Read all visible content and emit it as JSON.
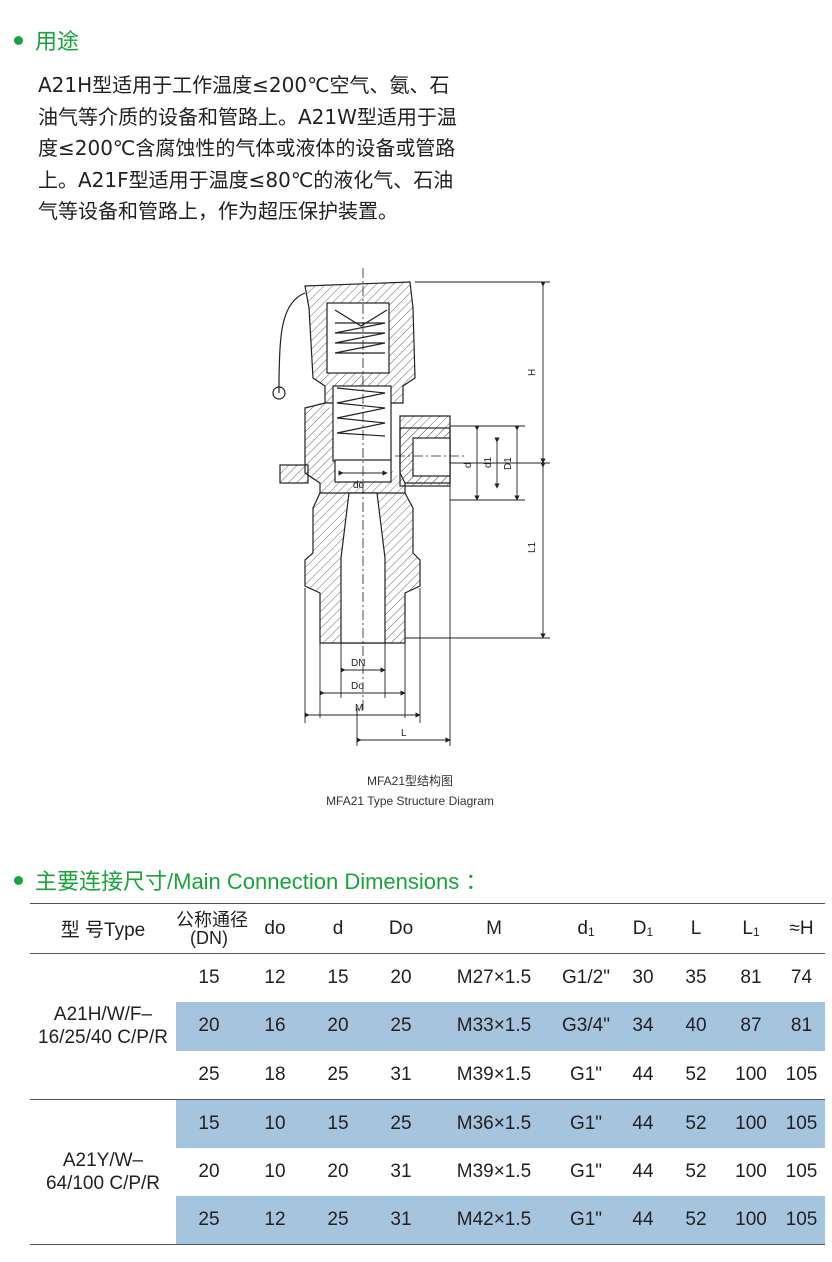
{
  "sections": {
    "usage_title": "用途",
    "usage_lines": [
      "A21H型适用于工作温度≤200℃空气、氨、石",
      "油气等介质的设备和管路上。A21W型适用于温",
      "度≤200℃含腐蚀性的气体或液体的设备或管路",
      "上。A21F型适用于温度≤80℃的液化气、石油",
      "气等设备和管路上，作为超压保护装置。"
    ],
    "dims_title": "主要连接尺寸/Main Connection Dimensions ："
  },
  "diagram": {
    "labels": {
      "H": "H",
      "d": "d",
      "d1": "d1",
      "D1": "D1",
      "L1": "L1",
      "do": "do",
      "DN": "DN",
      "Do": "Do",
      "M": "M",
      "L": "L"
    },
    "caption_cn": "MFA21型结构图",
    "caption_en": "MFA21 Type Structure Diagram"
  },
  "table": {
    "headers": {
      "type": "型  号Type",
      "dn_cn": "公称通径",
      "dn_en": "(DN)",
      "do": "do",
      "d": "d",
      "Do": "Do",
      "M": "M",
      "d1": "d",
      "d1_sub": "1",
      "D1": "D",
      "D1_sub": "1",
      "L": "L",
      "L1": "L",
      "L1_sub": "1",
      "H": "≈H"
    },
    "groups": [
      {
        "type_line1": "A21H/W/F–",
        "type_line2": "16/25/40 C/P/R",
        "rows": [
          [
            "15",
            "12",
            "15",
            "20",
            "M27×1.5",
            "G1/2\"",
            "30",
            "35",
            "81",
            "74"
          ],
          [
            "20",
            "16",
            "20",
            "25",
            "M33×1.5",
            "G3/4\"",
            "34",
            "40",
            "87",
            "81"
          ],
          [
            "25",
            "18",
            "25",
            "31",
            "M39×1.5",
            "G1\"",
            "44",
            "52",
            "100",
            "105"
          ]
        ]
      },
      {
        "type_line1": "A21Y/W–",
        "type_line2": "64/100 C/P/R",
        "rows": [
          [
            "15",
            "10",
            "15",
            "25",
            "M36×1.5",
            "G1\"",
            "44",
            "52",
            "100",
            "105"
          ],
          [
            "20",
            "10",
            "20",
            "31",
            "M39×1.5",
            "G1\"",
            "44",
            "52",
            "100",
            "105"
          ],
          [
            "25",
            "12",
            "25",
            "31",
            "M42×1.5",
            "G1\"",
            "44",
            "52",
            "100",
            "105"
          ]
        ]
      }
    ]
  },
  "colors": {
    "accent_green": "#1aa33a",
    "row_shade": "#a5c4de"
  }
}
